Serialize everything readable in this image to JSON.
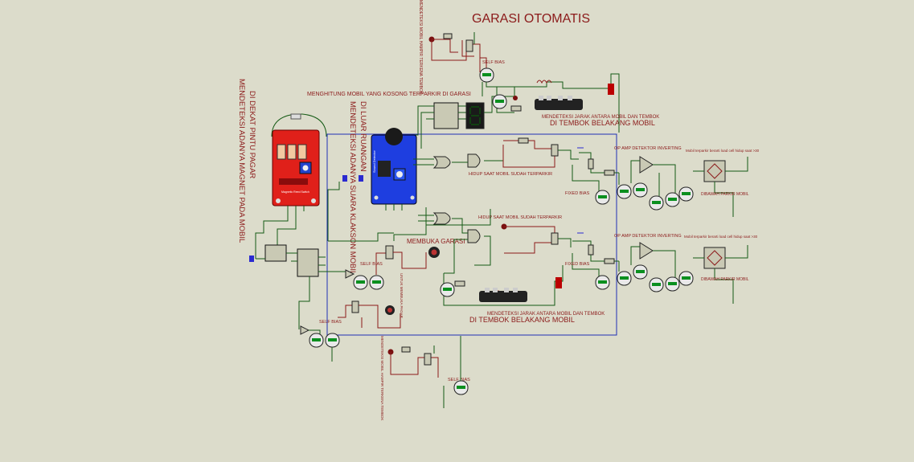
{
  "title": "GARASI OTOMATIS",
  "labels": {
    "count_empty": "MENGHITUNG MOBIL YANG KOSONG TERPARKIR DI GARASI",
    "near_gate_1": "DI DEKAT PINTU PAGAR",
    "near_gate_2": "MENDETEKSI ADANYA MAGNET PADA MOBIL",
    "outside_1": "DI LUAR RUANGAN",
    "outside_2": "MENDETEKSI ADANYA SUARA KLAKSON MOBIL",
    "self_bias_top": "SELF BIAS",
    "self_bias_mid": "SELF BIAS",
    "self_bias_low": "SELF BIAS",
    "self_bias_bottom": "SELF BIAS",
    "detect_top": "MENDETEKSI JARAK ANTARA MOBIL DAN TEMBOK",
    "wall_top": "DI TEMBOK BELAKANG MOBIL",
    "detect_bottom": "MENDETEKSI JARAK ANTARA MOBIL DAN TEMBOK",
    "wall_bottom": "DI TEMBOK BELAKANG MOBIL",
    "on_parked_1": "HIDUP SAAT MOBIL SUDAH TERPARKIR",
    "on_parked_2": "HIDUP SAAT MOBIL SUDAH TERPARKIR",
    "fixed_bias_1": "FIXED BIAS",
    "fixed_bias_2": "FIXED BIAS",
    "opamp_1": "OP AMP DETEKTOR INVERTING",
    "opamp_2": "OP AMP DETEKTOR INVERTING",
    "loadcell_1": "Mobil terparkir berarti load cell hidup saat >30",
    "loadcell_2": "Mobil terparkir berarti load cell hidup saat >30",
    "under_1": "DIBAWAH PARKIR MOBIL",
    "under_2": "DIBAWAH PARKIR MOBIL",
    "open_garage": "MEMBUKA GARASI",
    "open_gate": "UNTUK MEMBUKA PAGAR",
    "vert_top": "MENDETEKSI MOBIL HAMPIR TERKENA TEMBOK",
    "vert_bottom": "MENDETEKSI MOBIL HAMPIR TERKENA TEMBOK",
    "module_red": "Magnetic Reed Switch",
    "module_blue": "Sound Detector"
  },
  "colors": {
    "background": "#dcdccb",
    "wire": "#155a15",
    "label": "#8b1a1a",
    "frame": "#1f2fb4",
    "module_red": "#e0201a",
    "module_blue": "#1e3ee0"
  }
}
